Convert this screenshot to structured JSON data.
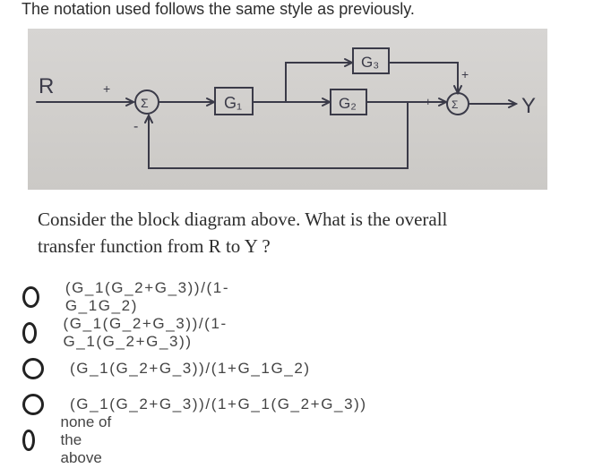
{
  "intro": "The notation used follows the same style as previously.",
  "diagram": {
    "input_label": "R",
    "output_label": "Y",
    "block_g1": "G₁",
    "block_g2": "G₂",
    "block_g3": "G₃",
    "sum_symbol": "Σ",
    "plus": "+",
    "minus": "-"
  },
  "question": {
    "line1": "Consider the block diagram above. What is the overall",
    "line2": "transfer function from R to Y ?"
  },
  "options": [
    {
      "label": "(G_1(G_2+G_3))/(1-G_1G_2)"
    },
    {
      "label": "(G_1(G_2+G_3))/(1-G_1(G_2+G_3))"
    },
    {
      "label": "(G_1(G_2+G_3))/(1+G_1G_2)"
    },
    {
      "label": "(G_1(G_2+G_3))/(1+G_1(G_2+G_3))"
    },
    {
      "label": "none of the above"
    }
  ]
}
